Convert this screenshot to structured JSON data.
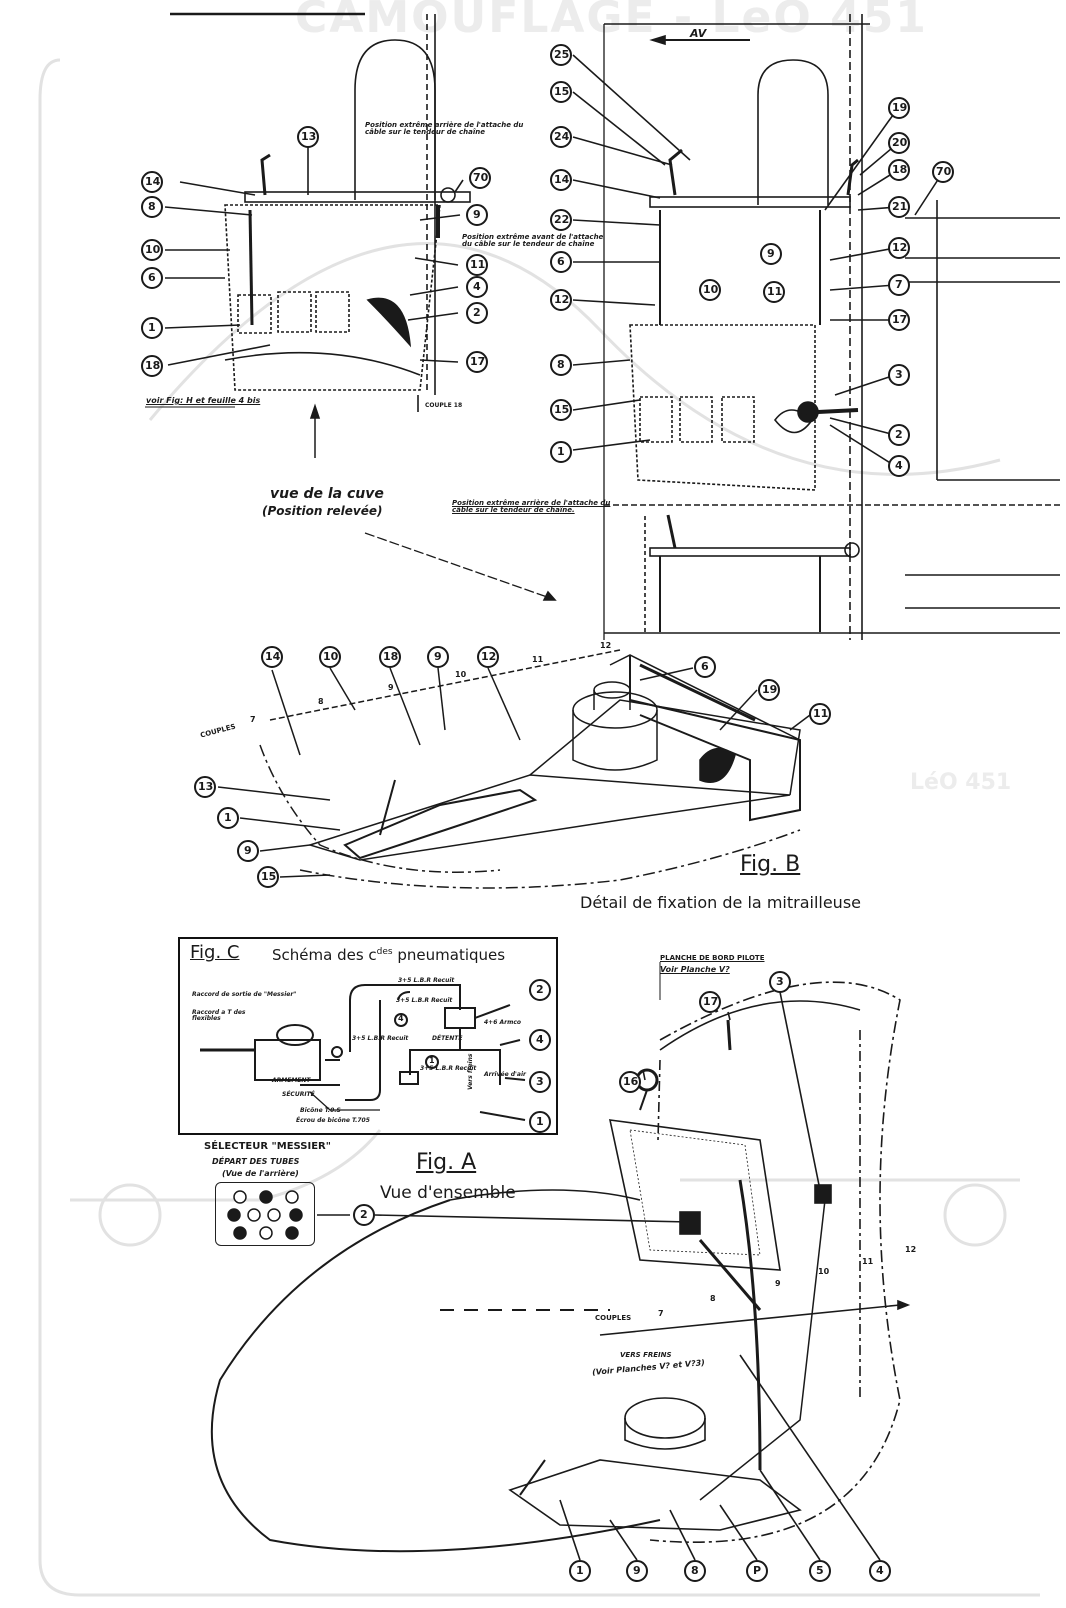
{
  "watermark": {
    "header": "CAMOUFLAGE - LeO 451",
    "right_side": "LéO 451"
  },
  "fig_top_left": {
    "title": "vue de la cuve",
    "subtitle": "(Position relevée)",
    "note_position": "Position extrême arrière de l'attache du câble sur le tendeur de chaîne",
    "note_position_front": "Position extrême avant de l'attache du câble sur le tendeur de chaîne",
    "note_ref": "voir Fig: H et feuille 4 bis",
    "couple": "COUPLE 18",
    "callouts": [
      "13",
      "14",
      "8",
      "10",
      "6",
      "1",
      "18",
      "70",
      "9",
      "11",
      "4",
      "2",
      "17"
    ]
  },
  "fig_top_right": {
    "arrow_label": "AV",
    "note_position": "Position extrême arrière de l'attache du câble sur le tendeur de chaîne.",
    "callouts": [
      "25",
      "15",
      "24",
      "14",
      "22",
      "6",
      "12",
      "8",
      "15",
      "1",
      "10",
      "19",
      "20",
      "18",
      "21",
      "70",
      "9",
      "11",
      "12",
      "7",
      "17",
      "3",
      "2",
      "4"
    ]
  },
  "fig_b": {
    "title": "Fig. B",
    "caption": "Détail de fixation de la mitrailleuse",
    "couples": "COUPLES",
    "callouts": [
      "14",
      "10",
      "18",
      "9",
      "12",
      "6",
      "19",
      "11",
      "13",
      "1",
      "9",
      "15"
    ],
    "frame_numbers": [
      "7",
      "8",
      "9",
      "10",
      "11",
      "12"
    ]
  },
  "fig_c": {
    "title": "Fig. C",
    "heading_prefix": "Schéma des c",
    "heading_sup": "des",
    "heading_suffix": " pneumatiques",
    "notes": [
      "Raccord de sortie de \"Messier\"",
      "Raccord a T des flexibles",
      "3+5 L.B.R Recuit",
      "3+5 L.B.R Recuit",
      "4+6 Armco",
      "3+5 L.B.R Recuit",
      "DÉTENTE",
      "3+5 L.B.R Recuit",
      "ARMEMENT",
      "SÉCURITÉ",
      "Bicône T.0.S",
      "Écrou de bicône T.705",
      "Vers freins",
      "Arrivée d'air"
    ],
    "callouts": [
      "2",
      "4",
      "3",
      "1",
      "4",
      "1"
    ]
  },
  "fig_a": {
    "title": "Fig. A",
    "caption": "Vue d'ensemble",
    "selector_title": "SÉLECTEUR \"MESSIER\"",
    "selector_sub": "DÉPART DES TUBES",
    "selector_sub2": "(Vue de l'arrière)",
    "planche_title": "PLANCHE DE BORD PILOTE",
    "planche_ref": "Voir Planche V?",
    "couples": "COUPLES",
    "freins": "VERS FREINS",
    "freins_ref": "(Voir Planches V? et V?3)",
    "selector_callout": "2",
    "callouts": [
      "17",
      "3",
      "16",
      "1",
      "9",
      "8",
      "P",
      "5",
      "4"
    ],
    "frame_numbers": [
      "7",
      "8",
      "9",
      "10",
      "11",
      "12"
    ]
  },
  "colors": {
    "ink": "#1a1a1a",
    "paper": "#ffffff",
    "watermark": "#e6e6e6"
  }
}
